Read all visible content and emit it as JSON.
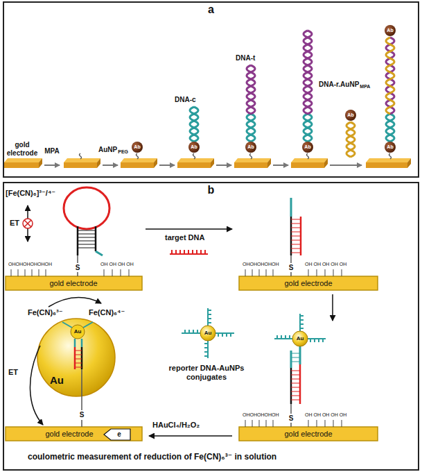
{
  "diagram": {
    "nodes": [
      {
        "text": [
          "a"
        ]
      },
      {
        "text": [
          "b"
        ]
      }
    ],
    "labels": [
      "gold electrode",
      "MPA",
      "AuNP",
      "PEG",
      "DNA-c",
      "DNA-t",
      "DNA-r.AuNP",
      "MPA",
      "Ab",
      "Ab",
      "Ab",
      "Ab",
      "Ab",
      "Ab",
      "Ab",
      "[Fe(CN)₆]³⁻/⁴⁻",
      "ET",
      "OHOHOHOHOHOH",
      "S",
      "OH OH OH OH",
      "gold electrode",
      "target DNA",
      "OHOHOHOHOH",
      "S",
      "OH OH OH OH OH",
      "gold electrode",
      "Au",
      "reporter DNA-AuNPs conjugates",
      "Au",
      "OHOHOHOHOH",
      "S",
      "OH OH OH OH OH",
      "gold electrode",
      "HAuCl₄/H₂O₂",
      "Fe(CN)₆³⁻",
      "Fe(CN)₆⁴⁻",
      "ET",
      "Au",
      "Au",
      "S",
      "gold electrode",
      "e",
      "coulometric measurement of reduction of Fe(CN)₆³⁻ in solution"
    ]
  }
}
